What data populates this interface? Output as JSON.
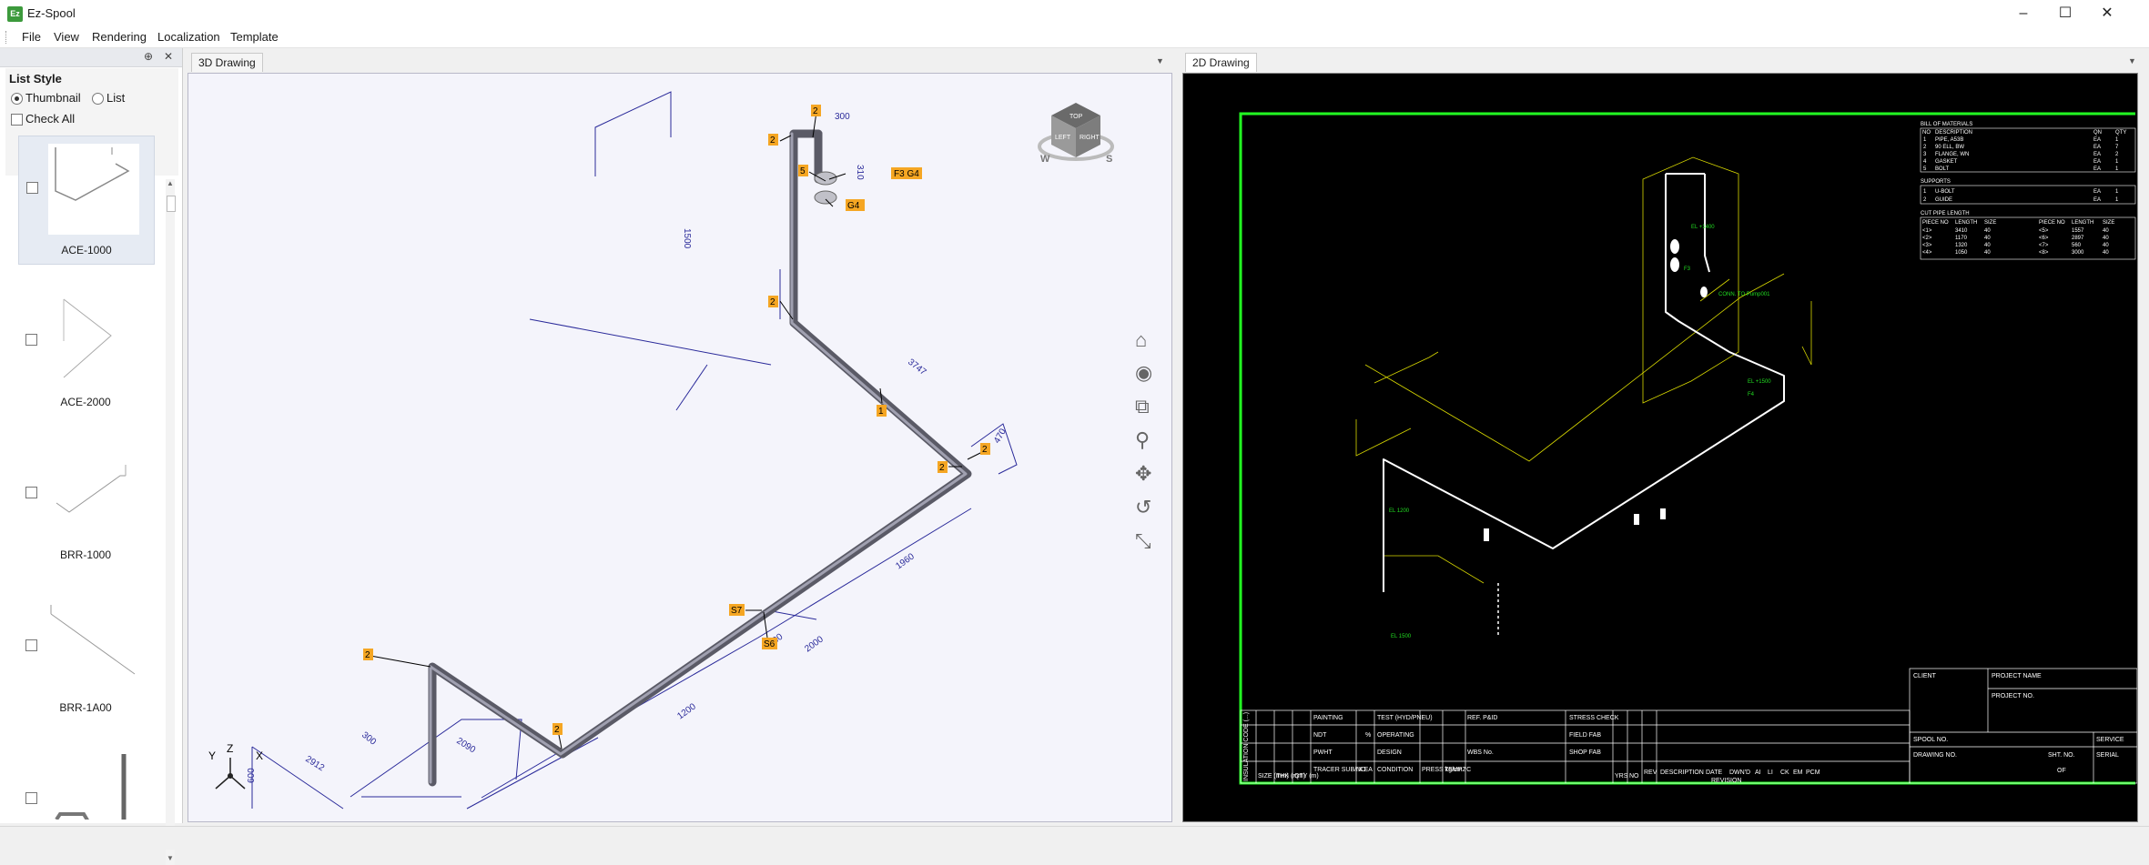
{
  "window": {
    "logo": "Ez",
    "title": "Ez-Spool",
    "minimize_icon": "–",
    "maximize_icon": "☐",
    "close_icon": "✕"
  },
  "menu": [
    "File",
    "View",
    "Rendering",
    "Localization",
    "Template"
  ],
  "left_panel": {
    "pin": "⊕",
    "close": "✕",
    "list_style_title": "List Style",
    "thumbnail_label": "Thumbnail",
    "list_label": "List",
    "check_all_label": "Check All",
    "items": [
      {
        "label": "ACE-1000",
        "selected": true
      },
      {
        "label": "ACE-2000",
        "selected": false
      },
      {
        "label": "BRR-1000",
        "selected": false
      },
      {
        "label": "BRR-1A00",
        "selected": false
      },
      {
        "label": "",
        "selected": false
      }
    ]
  },
  "tabs": {
    "left": "3D Drawing",
    "right": "2D Drawing",
    "dropdown": "▼"
  },
  "view3d": {
    "colors": {
      "background": "#f4f4fb",
      "dimension": "#2a2a9a",
      "tag": "#f5a623",
      "pipe": "#5a5a66"
    },
    "view_cube": {
      "top": "TOP",
      "left": "LEFT",
      "right": "RIGHT",
      "west": "W",
      "south": "S"
    },
    "axis_labels": {
      "x": "X",
      "y": "Y",
      "z": "Z"
    },
    "tags": [
      "2",
      "2",
      "5",
      "F3 G4",
      "G4",
      "2",
      "1",
      "2",
      "2",
      "S7",
      "S6",
      "2",
      "2"
    ],
    "dimensions": [
      "3747",
      "1960",
      "2000",
      "1200",
      "2090",
      "2912",
      "1500",
      "300",
      "600",
      "470",
      "400",
      "300",
      "310"
    ],
    "toolbar": [
      {
        "name": "home-icon",
        "glyph": "⌂"
      },
      {
        "name": "view-icon",
        "glyph": "◉"
      },
      {
        "name": "zoom-window-icon",
        "glyph": "⧉"
      },
      {
        "name": "zoom-icon",
        "glyph": "⚲"
      },
      {
        "name": "pan-icon",
        "glyph": "✥"
      },
      {
        "name": "rotate-icon",
        "glyph": "↺"
      },
      {
        "name": "fit-icon",
        "glyph": "⤡"
      }
    ]
  },
  "view2d": {
    "colors": {
      "background": "#000000",
      "border": "#22ff22",
      "geometry": "#ffffff",
      "dimension": "#d8d800",
      "annotation": "#22dd22"
    },
    "bom_title": "BILL OF MATERIALS",
    "bom_header": [
      "NO",
      "DESCRIPTION",
      "QN",
      "QTY"
    ],
    "bom_rows": [
      [
        "1",
        "PIPE, A53B",
        "EA",
        "1"
      ],
      [
        "2",
        "90 ELL, BW",
        "EA",
        "7"
      ],
      [
        "3",
        "FLANGE, WN",
        "EA",
        "2"
      ],
      [
        "4",
        "GASKET",
        "EA",
        "1"
      ],
      [
        "5",
        "BOLT",
        "EA",
        "1"
      ]
    ],
    "supports_title": "SUPPORTS",
    "support_rows": [
      [
        "1",
        "U-BOLT",
        "EA",
        "1"
      ],
      [
        "2",
        "GUIDE",
        "EA",
        "1"
      ]
    ],
    "cut_title": "CUT PIPE LENGTH",
    "cut_header": [
      "PIECE NO",
      "LENGTH",
      "SIZE",
      "PIECE NO",
      "LENGTH",
      "SIZE"
    ],
    "cut_rows": [
      [
        "<1>",
        "3410",
        "40",
        "<5>",
        "1557",
        "40"
      ],
      [
        "<2>",
        "1170",
        "40",
        "<6>",
        "2897",
        "40"
      ],
      [
        "<3>",
        "1320",
        "40",
        "<7>",
        "560",
        "40"
      ],
      [
        "<4>",
        "1050",
        "40",
        "<8>",
        "3000",
        "40"
      ]
    ],
    "titleblock": {
      "client": "CLIENT",
      "project_name": "PROJECT NAME",
      "project_no": "PROJECT NO.",
      "spool_no": "SPOOL NO.",
      "drawing_no": "DRAWING NO.",
      "service": "SERVICE",
      "sht_no": "SHT. NO.",
      "serial": "SERIAL",
      "of": "OF",
      "painting": "PAINTING",
      "test": "TEST (HYD/PNEU)",
      "ref_pid": "REF. P&ID",
      "stress_check": "STRESS CHECK",
      "ndt": "NDT",
      "percent": "%",
      "operating": "OPERATING",
      "field_fab": "FIELD FAB",
      "pwht": "PWHT",
      "design": "DESIGN",
      "wbs_no": "WBS No.",
      "shop_fab": "SHOP FAB",
      "tracer": "TRACER SUB/NO.",
      "x_ea": "X EA",
      "condition": "CONDITION",
      "press": "PRESS kg/cm2",
      "temp": "TEMP °C",
      "insulation": "INSULATION CODE (...)",
      "size": "SIZE (mm)",
      "thk": "THK (mm)",
      "qty": "QTY (m)",
      "yrs": "YRS",
      "no": "NO",
      "rev": "REV",
      "description": "DESCRIPTION",
      "date": "DATE",
      "drwd": "DWN'D",
      "ai": "AI",
      "li": "LI",
      "ck": "CK",
      "em": "EM",
      "pcm": "PCM",
      "revision": "REVISION"
    },
    "callouts": [
      "EL +1400",
      "CONN. TO Pump001",
      "EL 1200",
      "EL 1500",
      "EL +1500",
      "F3",
      "F4"
    ]
  }
}
